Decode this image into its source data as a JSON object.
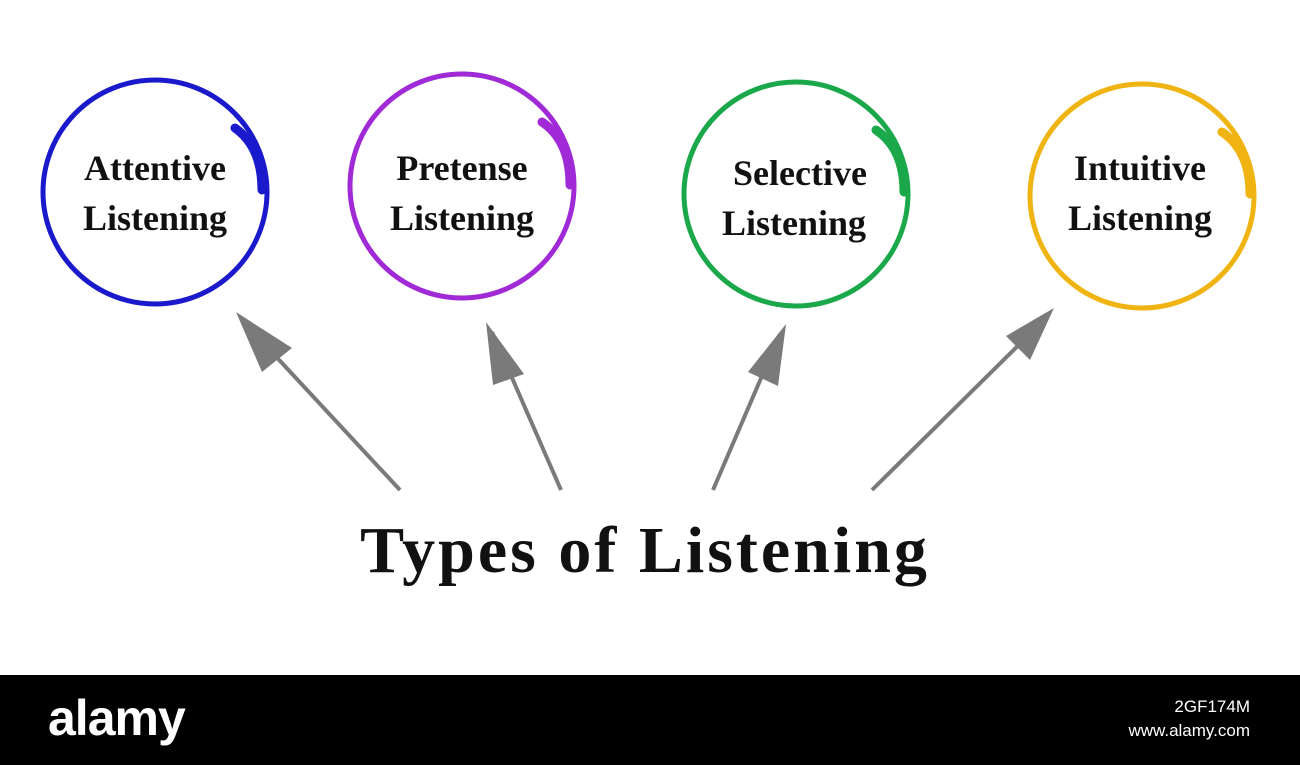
{
  "diagram": {
    "title": "Types of Listening",
    "nodes": [
      {
        "line1": "Attentive",
        "line2": "Listening",
        "color": "#1a1acc"
      },
      {
        "line1": "Pretense",
        "line2": "Listening",
        "color": "#a02ad6"
      },
      {
        "line1": "Selective",
        "line2": "Listening",
        "color": "#1aa84a"
      },
      {
        "line1": "Intuitive",
        "line2": "Listening",
        "color": "#f0b412"
      }
    ],
    "arrow_color": "#7a7a7a"
  },
  "footer": {
    "logo": "alamy",
    "image_id": "2GF174M",
    "site": "www.alamy.com"
  }
}
